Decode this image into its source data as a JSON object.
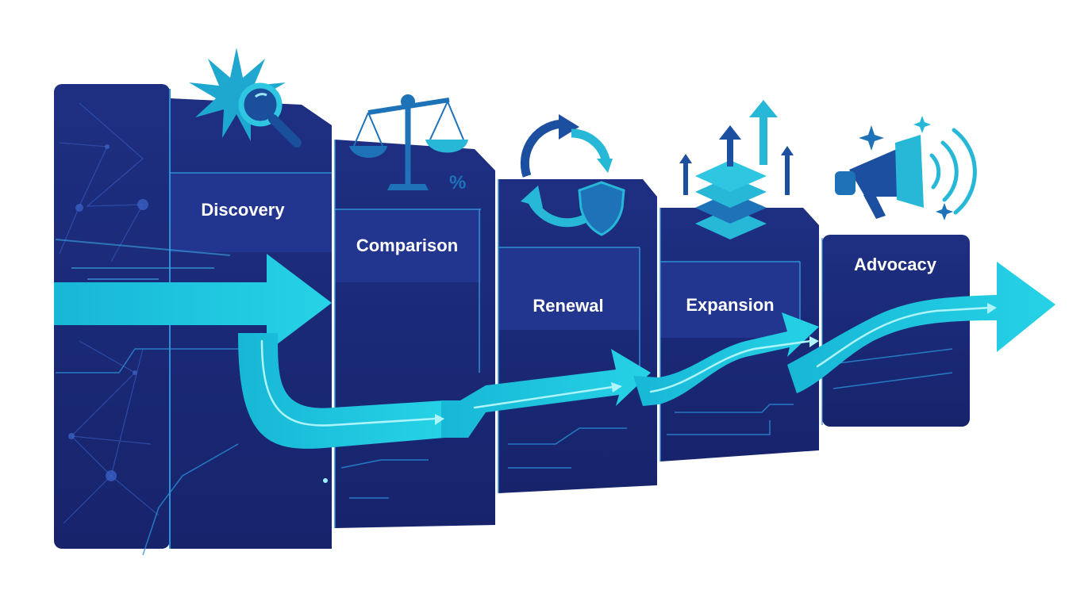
{
  "stages": [
    {
      "id": "discovery",
      "label": "Discovery",
      "icon": "magnifier-burst-icon"
    },
    {
      "id": "comparison",
      "label": "Comparison",
      "icon": "balance-scale-icon"
    },
    {
      "id": "renewal",
      "label": "Renewal",
      "icon": "renewal-cycle-shield-icon"
    },
    {
      "id": "expansion",
      "label": "Expansion",
      "icon": "stacked-layers-arrows-icon"
    },
    {
      "id": "advocacy",
      "label": "Advocacy",
      "icon": "megaphone-icon"
    }
  ],
  "colors": {
    "panel": "#1b2a78",
    "panel_dark": "#15226a",
    "panel_edge": "#2f8fd6",
    "header_band": "#22368f",
    "flow": "#19c3dc",
    "flow_light": "#63e6f2",
    "icon": "#1d72b8",
    "icon_light": "#27b8d8"
  }
}
